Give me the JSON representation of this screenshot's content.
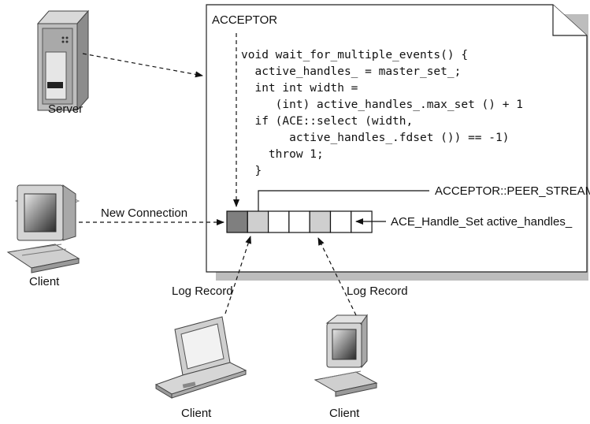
{
  "diagram": {
    "acceptor_label": "ACCEPTOR",
    "code_lines": [
      "void wait_for_multiple_events() {",
      "  active_handles_ = master_set_;",
      "  int int width =",
      "     (int) active_handles_.max_set () + 1",
      "  if (ACE::select (width,",
      "       active_handles_.fdset ()) == -1)",
      "    throw 1;",
      "  }"
    ],
    "peer_stream_label": "ACCEPTOR::PEER_STREAM",
    "handle_set_label": "ACE_Handle_Set active_handles_",
    "server_label": "Server",
    "new_connection_label": "New Connection",
    "client_labels": [
      "Client",
      "Client",
      "Client"
    ],
    "log_record_labels": [
      "Log Record",
      "Log Record"
    ],
    "handle_cell_fills": [
      "#7f7f7f",
      "#cfcfcf",
      "#ffffff",
      "#ffffff",
      "#cfcfcf",
      "#ffffff",
      "#ffffff"
    ]
  }
}
